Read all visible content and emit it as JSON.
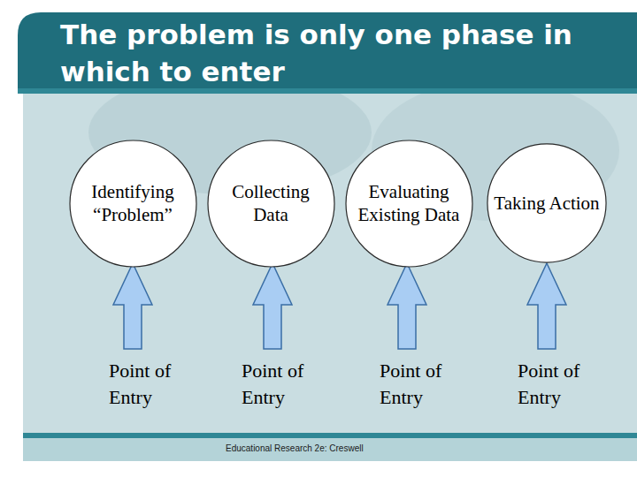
{
  "diagram": {
    "title": "The problem is only one phase in which to enter",
    "nodes": [
      {
        "text": [
          "Identifying “Problem”"
        ]
      },
      {
        "text": [
          "Collecting Data"
        ]
      },
      {
        "text": [
          "Evaluating Existing Data"
        ]
      },
      {
        "text": [
          "Taking Action"
        ]
      }
    ],
    "labels": [
      "Point of Entry",
      "Point of Entry",
      "Point of Entry",
      "Point of Entry",
      "Educational Research 2e: Creswell"
    ]
  }
}
